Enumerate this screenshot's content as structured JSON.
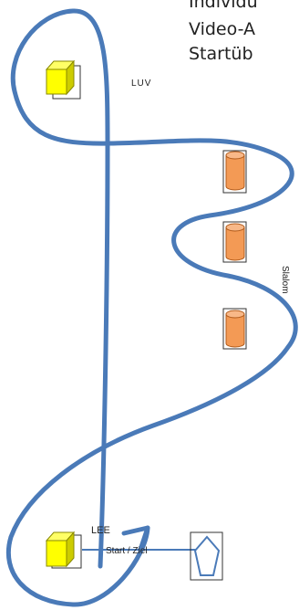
{
  "header": {
    "line1": "Individu",
    "line2": "Video-A",
    "line3": "Startüb"
  },
  "labels": {
    "luv": "LUV",
    "lee": "LEE",
    "start_ziel": "Start / Ziel",
    "slalom": "Slalom"
  },
  "colors": {
    "course_line": "#4a7ab8",
    "wind_mark_fill": "#ffff00",
    "slalom_buoy_fill": "#f39a55",
    "start_boat_outline": "#4a7ab8"
  },
  "icons": {
    "wind_mark": "yellow-cube-buoy-icon",
    "slalom_buoy": "orange-cylinder-buoy-icon",
    "start_boat": "pentagon-start-boat-icon"
  }
}
